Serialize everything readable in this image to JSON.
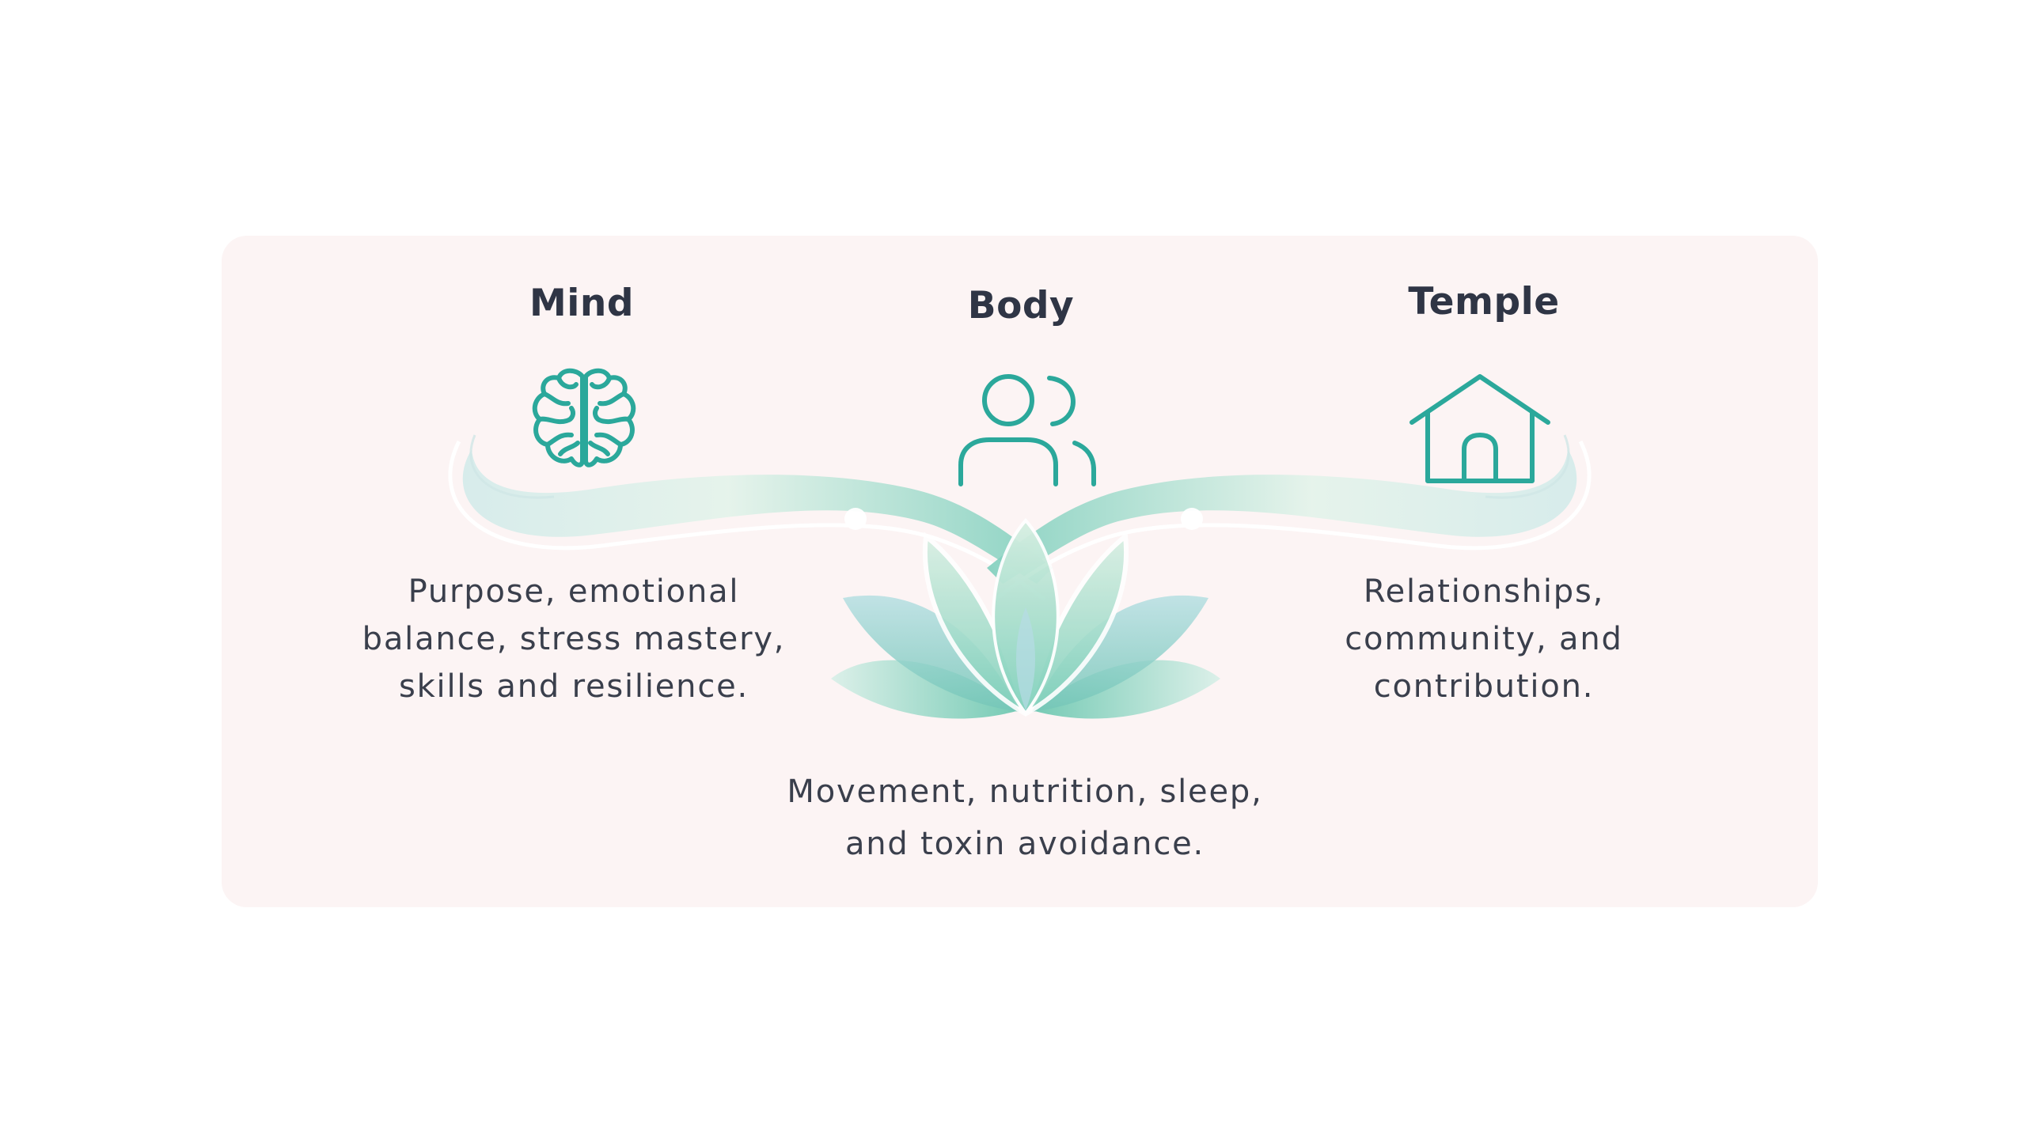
{
  "pillars": {
    "mind": {
      "title": "Mind",
      "icon": "brain-icon",
      "description": "Purpose, emotional balance, stress mastery, skills and resilience."
    },
    "body": {
      "title": "Body",
      "icon": "people-icon",
      "description": "Movement, nutrition, sleep, and toxin avoidance."
    },
    "temple": {
      "title": "Temple",
      "icon": "house-icon",
      "description": "Relationships, community, and contribution."
    }
  },
  "colors": {
    "card_background": "#fcf4f4",
    "accent_teal": "#2ba89b",
    "heading_text": "#2f3545",
    "body_text": "#3a3f4c",
    "lotus_light": "#cdece4",
    "lotus_dark": "#5fc4ad"
  }
}
